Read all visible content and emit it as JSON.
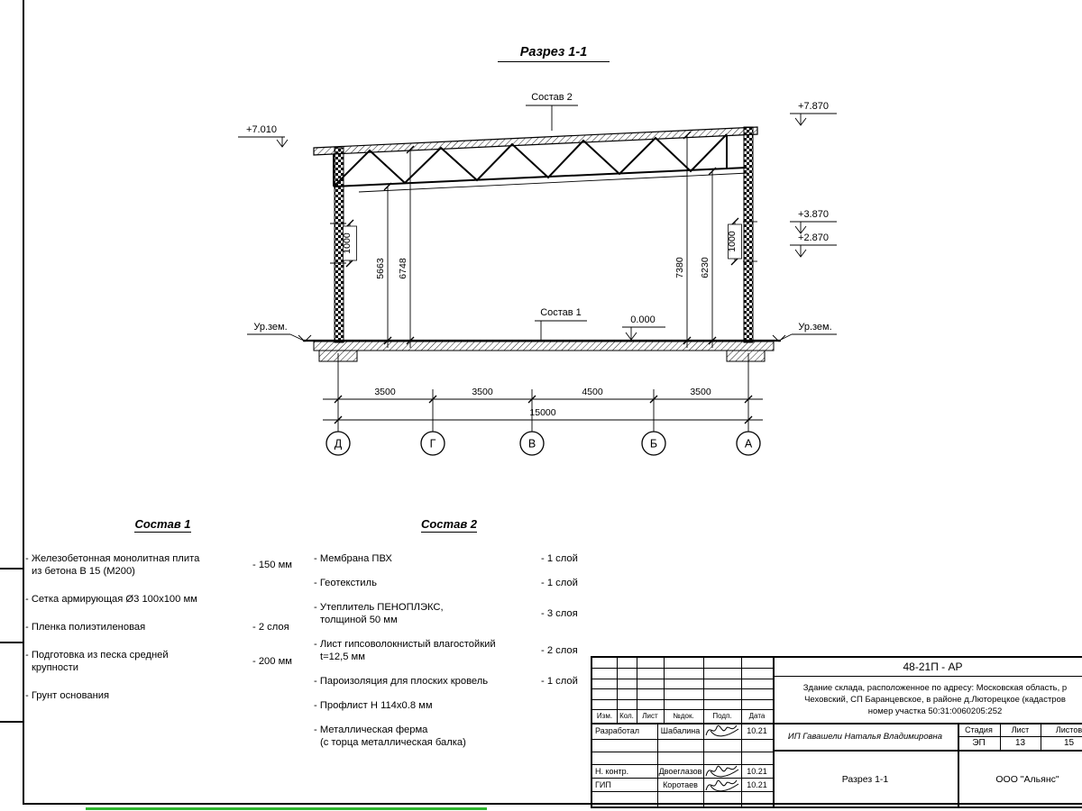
{
  "drawing": {
    "title": "Разрез 1-1",
    "callouts": {
      "sostav2": "Состав 2",
      "sostav1": "Состав 1"
    },
    "levels": {
      "left_top": "+7.010",
      "right_top": "+7.870",
      "right_upper": "+3.870",
      "right_lower": "+2.870",
      "zero": "0.000",
      "ground_left": "Ур.зем.",
      "ground_right": "Ур.зем."
    },
    "dims_vertical": {
      "left_inner": "1000",
      "left_mid": "5663",
      "left_outer": "6748",
      "right_outer": "7380",
      "right_mid": "6230",
      "right_inner": "1000"
    },
    "dims_horizontal": {
      "spans": [
        "3500",
        "3500",
        "4500",
        "3500"
      ],
      "total": "15000"
    },
    "axes": [
      "Д",
      "Г",
      "В",
      "Б",
      "А"
    ]
  },
  "composition1": {
    "heading": "Состав 1",
    "items": [
      {
        "line1": "- Железобетонная  монолитная плита",
        "line2": "из бетона В 15 (М200)",
        "value": "- 150 мм"
      },
      {
        "line1": "- Сетка армирующая Ø3 100x100 мм",
        "line2": "",
        "value": ""
      },
      {
        "line1": "- Пленка полиэтиленовая",
        "line2": "",
        "value": "- 2 слоя"
      },
      {
        "line1": "- Подготовка из песка средней",
        "line2": "крупности",
        "value": "- 200 мм"
      },
      {
        "line1": "- Грунт основания",
        "line2": "",
        "value": ""
      }
    ]
  },
  "composition2": {
    "heading": "Состав 2",
    "items": [
      {
        "line1": "- Мембрана ПВХ",
        "line2": "",
        "value": "- 1 слой"
      },
      {
        "line1": "- Геотекстиль",
        "line2": "",
        "value": "- 1 слой"
      },
      {
        "line1": "- Утеплитель ПЕНОПЛЭКС,",
        "line2": "толщиной 50 мм",
        "value": "- 3 слоя"
      },
      {
        "line1": "- Лист гипсоволокнистый влагостойкий",
        "line2": "t=12,5 мм",
        "value": "- 2 слоя"
      },
      {
        "line1": "- Пароизоляция для плоских кровель",
        "line2": "",
        "value": "- 1 слой"
      },
      {
        "line1": "- Профлист Н 114x0.8 мм",
        "line2": "",
        "value": ""
      },
      {
        "line1": "- Металлическая ферма",
        "line2": "(с торца металлическая балка)",
        "value": ""
      }
    ]
  },
  "titleblock": {
    "code": "48-21П - АР",
    "description": {
      "line1": "Здание склада, расположенное по адресу: Московская область, р",
      "line2": "Чеховский, СП Баранцевское, в районе д.Люторецкое  (кадастров",
      "line3": "номер участка 50:31:0060205:252"
    },
    "columns": {
      "izm": "Изм.",
      "kol": "Кол.",
      "list": "Лист",
      "ndok": "№док.",
      "podp": "Подп.",
      "data": "Дата"
    },
    "staff": [
      {
        "role": "Разработал",
        "name": "Шабалина",
        "date": "10.21"
      },
      {
        "role": "Н. контр.",
        "name": "Двоеглазов",
        "date": "10.21"
      },
      {
        "role": "ГИП",
        "name": "Коротаев",
        "date": "10.21"
      }
    ],
    "client": "ИП Гавашели Наталья Владимировна",
    "stage": {
      "h_stage": "Стадия",
      "h_sheet": "Лист",
      "h_sheets": "Листов",
      "stage": "ЭП",
      "sheet": "13",
      "sheets": "15"
    },
    "section_title": "Разрез 1-1",
    "company": "ООО \"Альянс\""
  },
  "colors": {
    "ink": "#000000",
    "paper": "#ffffff",
    "accent_strip": "#2eb62e"
  }
}
